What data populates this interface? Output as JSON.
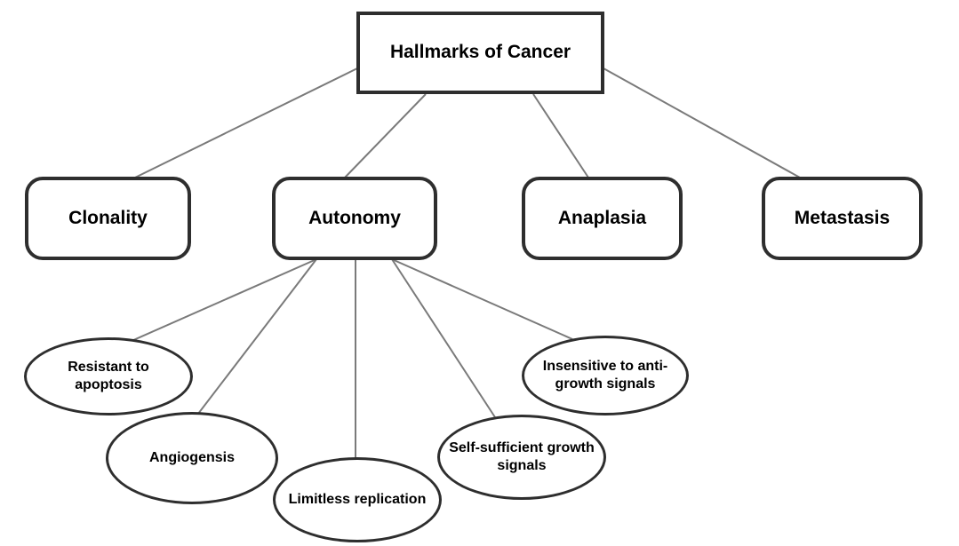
{
  "diagram": {
    "title": "Hallmarks of Cancer",
    "root": {
      "label": "Hallmarks of Cancer"
    },
    "level2": [
      {
        "id": "clonality",
        "label": "Clonality"
      },
      {
        "id": "autonomy",
        "label": "Autonomy"
      },
      {
        "id": "anaplasia",
        "label": "Anaplasia"
      },
      {
        "id": "metastasis",
        "label": "Metastasis"
      }
    ],
    "autonomy_children": [
      {
        "id": "resistant-to-apoptosis",
        "label": "Resistant to\napoptosis"
      },
      {
        "id": "angiogensis",
        "label": "Angiogensis"
      },
      {
        "id": "limitless-replication",
        "label": "Limitless replication"
      },
      {
        "id": "self-sufficient-growth-signals",
        "label": "Self-sufficient growth\nsignals"
      },
      {
        "id": "insensitive-to-anti-growth-signals",
        "label": "Insensitive to anti-\ngrowth signals"
      }
    ],
    "colors": {
      "background": "#ffffff",
      "node_border": "#2e2e2e",
      "connector": "#7a7a7a",
      "text": "#000000"
    }
  }
}
